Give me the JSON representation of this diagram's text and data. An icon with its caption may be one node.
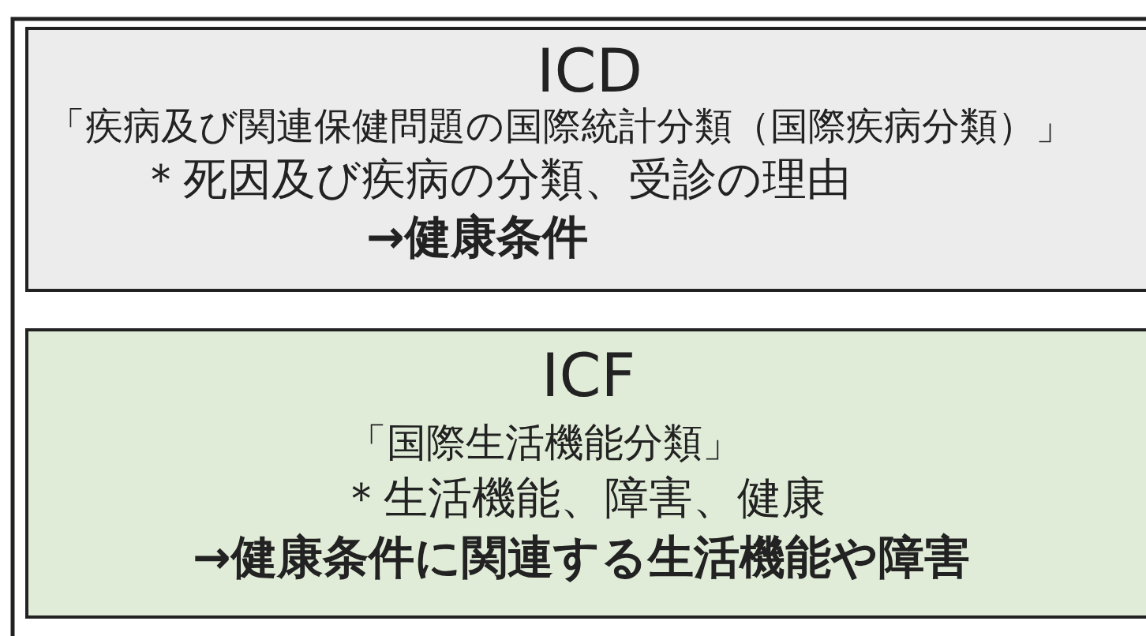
{
  "diagram": {
    "nodes": [
      {
        "text": [
          "ICD",
          "「疾病及び関連保健問題の国際統計分類（国際疾病分類）」",
          "＊死因及び疾病の分類、受診の理由",
          "→健康条件"
        ]
      },
      {
        "text": [
          "ICF",
          "「国際生活機能分類」",
          "＊生活機能、障害、健康",
          "→健康条件に関連する生活機能や障害"
        ]
      }
    ]
  }
}
